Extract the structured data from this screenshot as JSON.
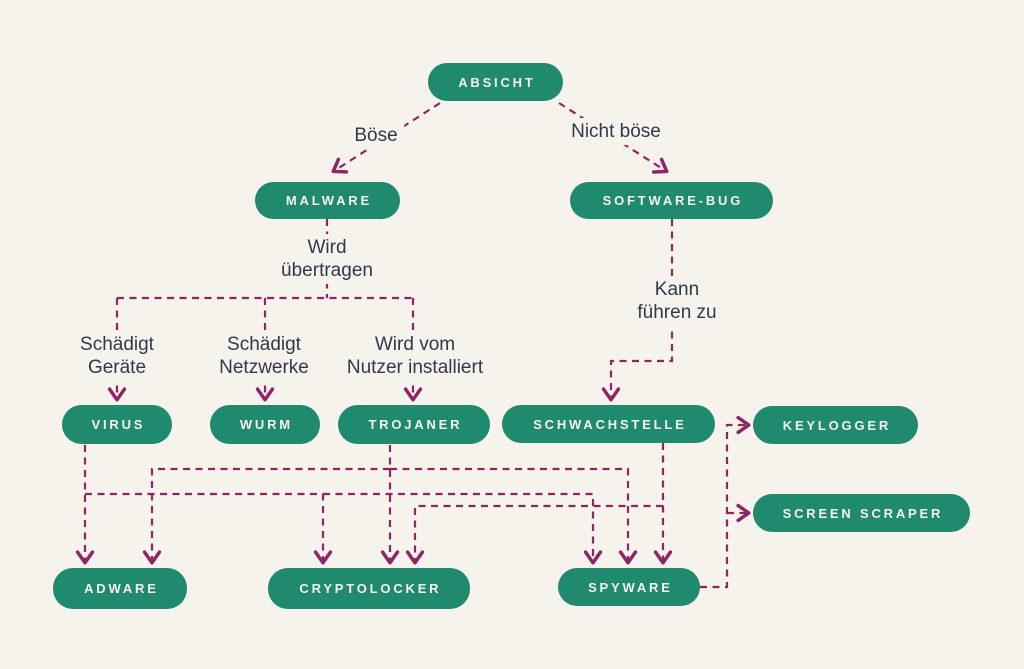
{
  "diagram": {
    "nodes": {
      "absicht": "ABSICHT",
      "malware": "MALWARE",
      "software_bug": "SOFTWARE-BUG",
      "virus": "VIRUS",
      "wurm": "WURM",
      "trojaner": "TROJANER",
      "schwachstelle": "SCHWACHSTELLE",
      "keylogger": "KEYLOGGER",
      "screen_scraper": "SCREEN SCRAPER",
      "adware": "ADWARE",
      "cryptolocker": "CRYPTOLOCKER",
      "spyware": "SPYWARE"
    },
    "edge_labels": {
      "boese": "Böse",
      "nicht_boese": "Nicht böse",
      "wird_uebertragen": "Wird\nübertragen",
      "schaedigt_geraete": "Schädigt\nGeräte",
      "schaedigt_netzwerke": "Schädigt\nNetzwerke",
      "wird_vom_nutzer": "Wird vom\nNutzer installiert",
      "kann_fuehren_zu": "Kann\nführen zu"
    },
    "edges": [
      {
        "from": "ABSICHT",
        "to": "MALWARE",
        "label": "Böse"
      },
      {
        "from": "ABSICHT",
        "to": "SOFTWARE-BUG",
        "label": "Nicht böse"
      },
      {
        "from": "MALWARE",
        "to": "VIRUS",
        "label": "Wird übertragen / Schädigt Geräte"
      },
      {
        "from": "MALWARE",
        "to": "WURM",
        "label": "Wird übertragen / Schädigt Netzwerke"
      },
      {
        "from": "MALWARE",
        "to": "TROJANER",
        "label": "Wird übertragen / Wird vom Nutzer installiert"
      },
      {
        "from": "SOFTWARE-BUG",
        "to": "SCHWACHSTELLE",
        "label": "Kann führen zu"
      },
      {
        "from": "VIRUS",
        "to": "ADWARE",
        "label": ""
      },
      {
        "from": "VIRUS",
        "to": "CRYPTOLOCKER",
        "label": ""
      },
      {
        "from": "VIRUS",
        "to": "SPYWARE",
        "label": ""
      },
      {
        "from": "TROJANER",
        "to": "ADWARE",
        "label": ""
      },
      {
        "from": "TROJANER",
        "to": "CRYPTOLOCKER",
        "label": ""
      },
      {
        "from": "TROJANER",
        "to": "SPYWARE",
        "label": ""
      },
      {
        "from": "SCHWACHSTELLE",
        "to": "CRYPTOLOCKER",
        "label": ""
      },
      {
        "from": "SCHWACHSTELLE",
        "to": "SPYWARE",
        "label": ""
      },
      {
        "from": "SPYWARE",
        "to": "KEYLOGGER",
        "label": ""
      },
      {
        "from": "SPYWARE",
        "to": "SCREEN SCRAPER",
        "label": ""
      }
    ]
  },
  "colors": {
    "background": "#f6f2ec",
    "node": "#1f8a6e",
    "node_text": "#f6f2ec",
    "edge": "#8f2566",
    "label_text": "#2e3a4c"
  }
}
